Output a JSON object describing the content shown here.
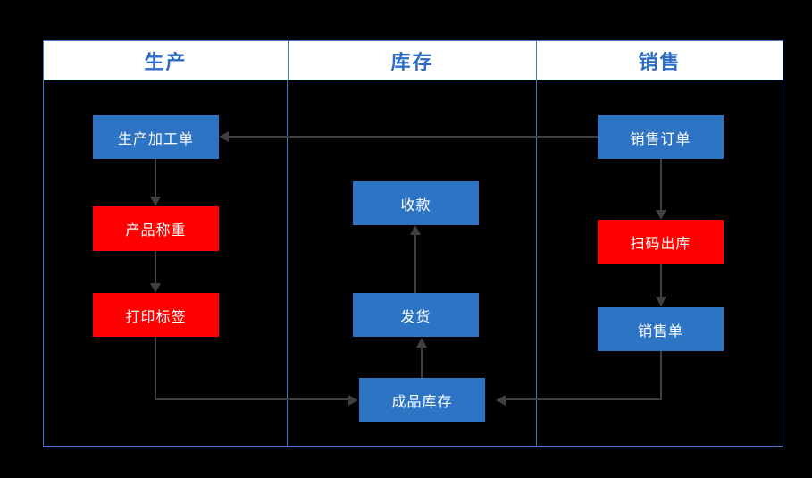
{
  "diagram": {
    "title": "",
    "background_color": "#000000",
    "frame_border_color": "#4472C4",
    "header_text_color": "#2E6BC6",
    "node_blue_color": "#2E74C4",
    "node_red_color": "#FF0000",
    "connector_color": "#3F3F3F",
    "columns": [
      {
        "id": "production",
        "label": "生产"
      },
      {
        "id": "inventory",
        "label": "库存"
      },
      {
        "id": "sales",
        "label": "销售"
      }
    ],
    "nodes": [
      {
        "id": "production-order",
        "label": "生产加工单",
        "column": "production",
        "color": "blue"
      },
      {
        "id": "product-weighing",
        "label": "产品称重",
        "column": "production",
        "color": "red"
      },
      {
        "id": "print-label",
        "label": "打印标签",
        "column": "production",
        "color": "red"
      },
      {
        "id": "receive-payment",
        "label": "收款",
        "column": "inventory",
        "color": "blue"
      },
      {
        "id": "shipping",
        "label": "发货",
        "column": "inventory",
        "color": "blue"
      },
      {
        "id": "finished-goods",
        "label": "成品库存",
        "column": "inventory",
        "color": "blue"
      },
      {
        "id": "sales-order",
        "label": "销售订单",
        "column": "sales",
        "color": "blue"
      },
      {
        "id": "scan-outbound",
        "label": "扫码出库",
        "column": "sales",
        "color": "red"
      },
      {
        "id": "sales-receipt",
        "label": "销售单",
        "column": "sales",
        "color": "blue"
      }
    ],
    "edges": [
      {
        "id": "edge-sales-order-to-production-order",
        "from": "sales-order",
        "to": "production-order"
      },
      {
        "id": "edge-production-order-to-weighing",
        "from": "production-order",
        "to": "product-weighing"
      },
      {
        "id": "edge-weighing-to-print-label",
        "from": "product-weighing",
        "to": "print-label"
      },
      {
        "id": "edge-print-label-to-finished-goods",
        "from": "print-label",
        "to": "finished-goods"
      },
      {
        "id": "edge-finished-goods-to-shipping",
        "from": "finished-goods",
        "to": "shipping"
      },
      {
        "id": "edge-shipping-to-payment",
        "from": "shipping",
        "to": "receive-payment"
      },
      {
        "id": "edge-sales-order-to-scan-outbound",
        "from": "sales-order",
        "to": "scan-outbound"
      },
      {
        "id": "edge-scan-outbound-to-receipt",
        "from": "scan-outbound",
        "to": "sales-receipt"
      },
      {
        "id": "edge-sales-receipt-to-finished-goods",
        "from": "sales-receipt",
        "to": "finished-goods"
      }
    ]
  }
}
